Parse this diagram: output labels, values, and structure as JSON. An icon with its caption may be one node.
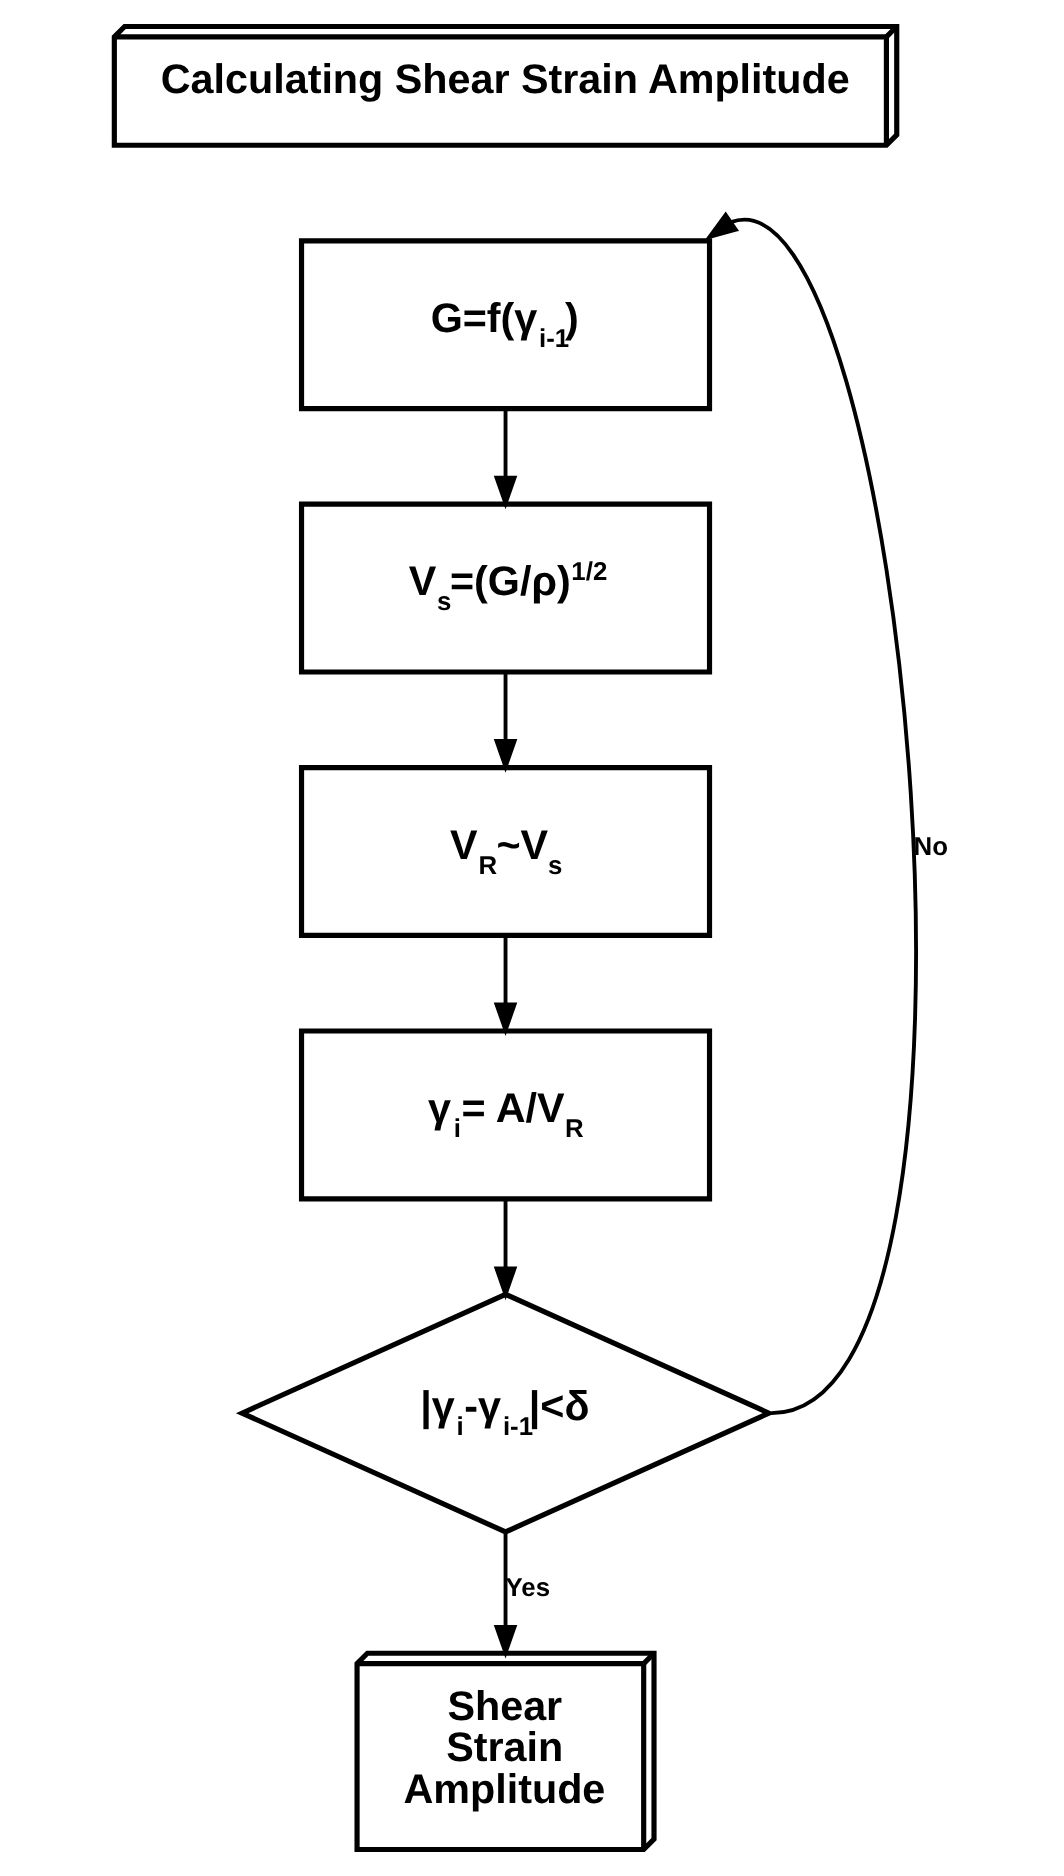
{
  "diagram": {
    "nodes": [
      {
        "text": [
          "Calculating Shear Strain Amplitude"
        ]
      },
      {
        "text": [
          "G=f(γ$_{i-1}$)"
        ]
      },
      {
        "text": [
          "V$_{s}$=(G/ρ)$^{1/2}$"
        ]
      },
      {
        "text": [
          "V$_{R}$~V$_{s}$"
        ]
      },
      {
        "text": [
          "γ$_{i}$= A/V$_{R}$"
        ]
      },
      {
        "text": [
          "|γ$_{i}$-γ$_{i-1}$|<δ"
        ]
      },
      {
        "text": [
          "Shear Strain Amplitude"
        ]
      }
    ],
    "edges": [
      {
        "from": 1,
        "to": 2,
        "arrow": "to"
      },
      {
        "from": 2,
        "to": 3,
        "arrow": "to"
      },
      {
        "from": 3,
        "to": 4,
        "arrow": "to"
      },
      {
        "from": 4,
        "to": 5,
        "arrow": "to"
      },
      {
        "from": 5,
        "to": 6,
        "label": "Yes",
        "arrow": "to"
      },
      {
        "from": 5,
        "to": 1,
        "label": "No",
        "arrow": "to"
      }
    ]
  }
}
